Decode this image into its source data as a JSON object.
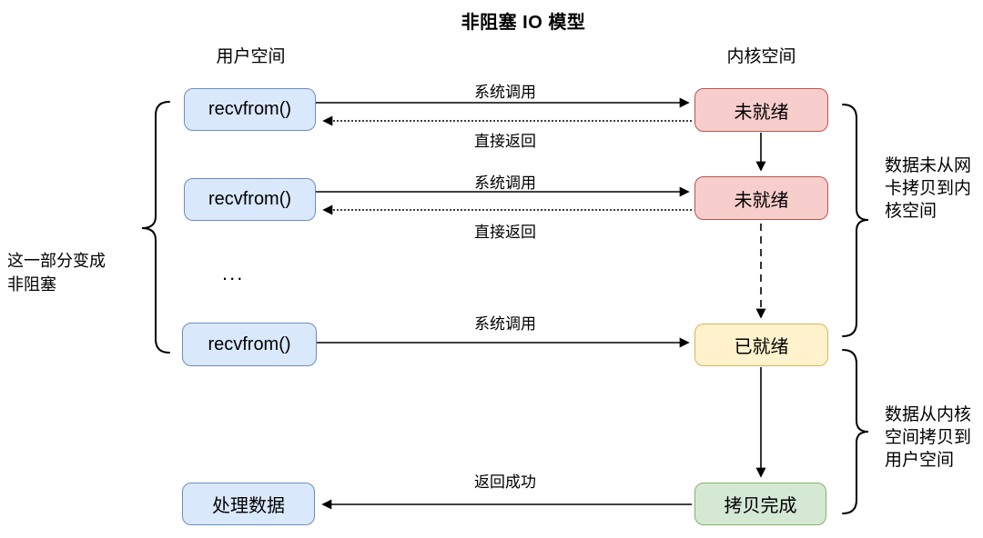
{
  "title": "非阻塞 IO 模型",
  "headers": {
    "user_space": "用户空间",
    "kernel_space": "内核空间"
  },
  "user_boxes": {
    "recvfrom_1": "recvfrom()",
    "recvfrom_2": "recvfrom()",
    "recvfrom_3": "recvfrom()",
    "process_data": "处理数据"
  },
  "kernel_boxes": {
    "not_ready_1": "未就绪",
    "not_ready_2": "未就绪",
    "ready": "已就绪",
    "copy_done": "拷贝完成"
  },
  "arrow_labels": {
    "syscall_1": "系统调用",
    "direct_return_1": "直接返回",
    "syscall_2": "系统调用",
    "direct_return_2": "直接返回",
    "syscall_3": "系统调用",
    "return_success": "返回成功"
  },
  "ellipsis": "...",
  "annotations": {
    "left_note": "这一部分变成\n非阻塞",
    "right_note_top": "数据未从网\n卡拷贝到内\n核空间",
    "right_note_bottom": "数据从内核\n空间拷贝到\n用户空间"
  },
  "colors": {
    "user_box_fill": "#dae8fc",
    "user_box_border": "#6c8ebf",
    "not_ready_fill": "#f8cecc",
    "not_ready_border": "#b85450",
    "ready_fill": "#fff2cc",
    "ready_border": "#d6b656",
    "copy_done_fill": "#d5e8d4",
    "copy_done_border": "#82b366",
    "line_color": "#000000"
  }
}
